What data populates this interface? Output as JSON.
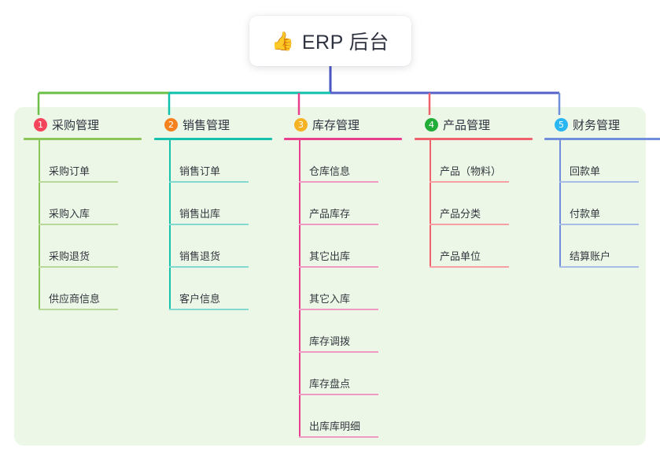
{
  "root": {
    "icon": "thumbs-up-icon",
    "icon_glyph": "👍",
    "title": "ERP 后台"
  },
  "panel": {
    "background_color": "#edf7e7"
  },
  "trunk": {
    "color": "#4a55c4"
  },
  "columns": [
    {
      "number": "1",
      "title": "采购管理",
      "badge_color": "#f5455c",
      "line_color": "#8cc65a",
      "leaf_line_color": "#b8d99a",
      "connector_color": "#6cbf47",
      "items": [
        "采购订单",
        "采购入库",
        "采购退货",
        "供应商信息"
      ]
    },
    {
      "number": "2",
      "title": "销售管理",
      "badge_color": "#f5821f",
      "line_color": "#16c2ad",
      "leaf_line_color": "#84d9cf",
      "connector_color": "#0fc0ac",
      "items": [
        "销售订单",
        "销售出库",
        "销售退货",
        "客户信息"
      ]
    },
    {
      "number": "3",
      "title": "库存管理",
      "badge_color": "#f5b223",
      "line_color": "#e8408f",
      "leaf_line_color": "#ef9ac4",
      "connector_color": "#e8408f",
      "items": [
        "仓库信息",
        "产品库存",
        "其它出库",
        "其它入库",
        "库存调拨",
        "库存盘点",
        "出库库明细"
      ]
    },
    {
      "number": "4",
      "title": "产品管理",
      "badge_color": "#22ac38",
      "line_color": "#f0626b",
      "leaf_line_color": "#f5a0a4",
      "connector_color": "#f0626b",
      "items": [
        "产品（物料）",
        "产品分类",
        "产品单位"
      ]
    },
    {
      "number": "5",
      "title": "财务管理",
      "badge_color": "#29b6f2",
      "line_color": "#6f8fdb",
      "leaf_line_color": "#a8bce8",
      "connector_color": "#6f8fdb",
      "items": [
        "回款单",
        "付款单",
        "结算账户"
      ]
    }
  ],
  "bus": {
    "segment_left_color": "#6cbf47",
    "segment_mid_color": "#0fc0ac",
    "segment_right_color": "#5561c9"
  }
}
